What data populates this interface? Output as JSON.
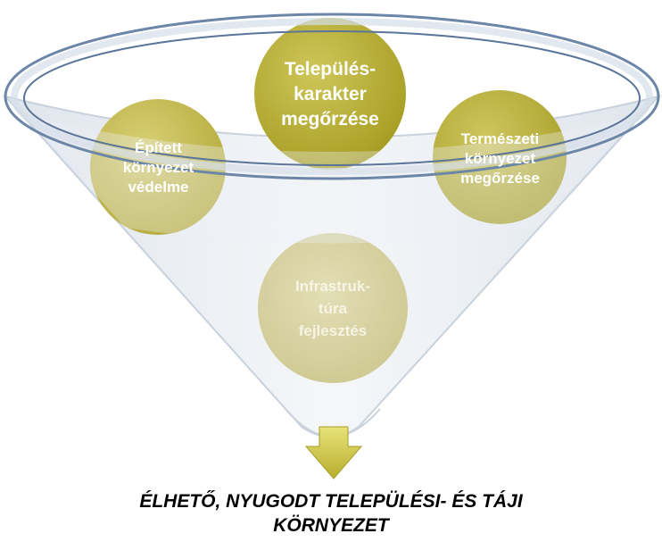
{
  "diagram": {
    "circles": [
      {
        "id": "telepules",
        "label": "Település-\nkarakter\nmegőrzése",
        "color": "#b3aa2c"
      },
      {
        "id": "epitett",
        "label": "Épített\nkörnyezet\nvédelme",
        "color": "#c9bf55"
      },
      {
        "id": "termeszeti",
        "label": "Természeti\nkörnyezet\nmegőrzése",
        "color": "#b9b035"
      },
      {
        "id": "infra",
        "label": "Infrastruk-\ntúra\nfejlesztés",
        "color": "#d7d2a0"
      }
    ],
    "caption_line1": "ÉLHETŐ, NYUGODT TELEPÜLÉSI- ÉS TÁJI",
    "caption_line2": "KÖRNYEZET",
    "colors": {
      "funnel_rim": "#6c86a8",
      "funnel_fill": "#e6ebf0",
      "arrow": "#c9c04a"
    }
  }
}
